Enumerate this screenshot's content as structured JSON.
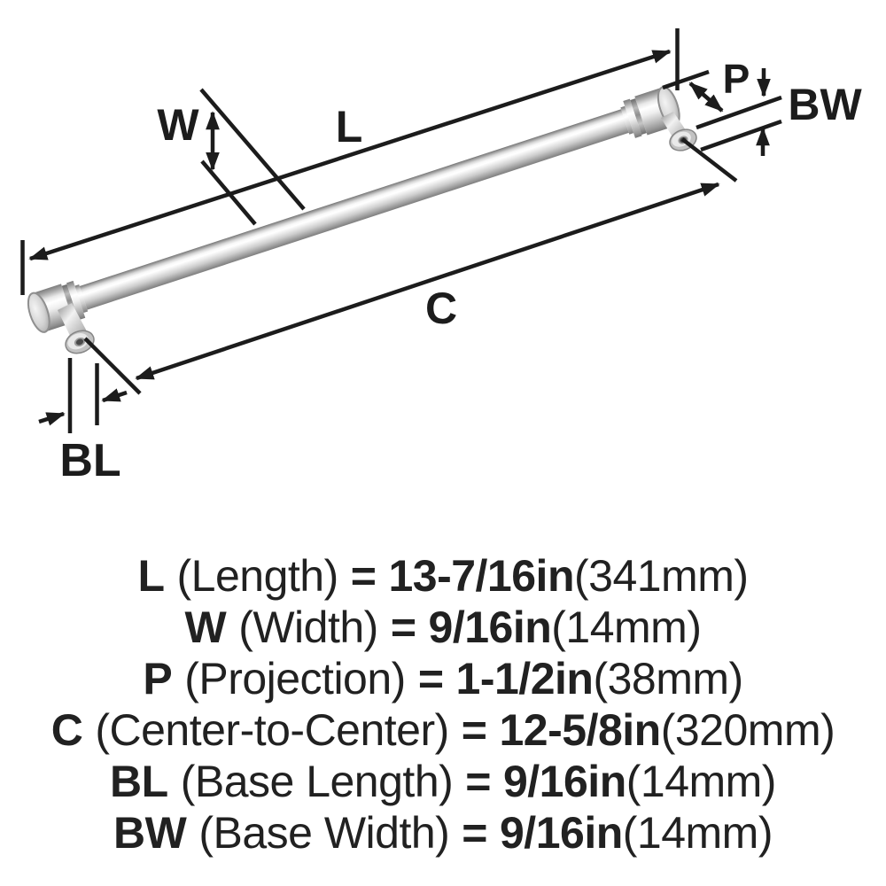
{
  "diagram": {
    "kind": "product-dimension-diagram",
    "product": "bar pull handle",
    "line_color": "#1c1c1c",
    "metal_light": "#fafafa",
    "metal_mid": "#c9c9c9",
    "metal_dark": "#7e7e7e",
    "labels": {
      "L": "L",
      "W": "W",
      "P": "P",
      "C": "C",
      "BL": "BL",
      "BW": "BW"
    }
  },
  "specs": [
    {
      "symbol": "L",
      "name": "(Length)",
      "equals": "=",
      "value_in": "13-7/16in",
      "value_mm": "(341mm)"
    },
    {
      "symbol": "W",
      "name": "(Width)",
      "equals": "=",
      "value_in": "9/16in",
      "value_mm": "(14mm)"
    },
    {
      "symbol": "P",
      "name": "(Projection)",
      "equals": "=",
      "value_in": "1-1/2in",
      "value_mm": "(38mm)"
    },
    {
      "symbol": "C",
      "name": "(Center-to-Center)",
      "equals": "=",
      "value_in": "12-5/8in",
      "value_mm": "(320mm)"
    },
    {
      "symbol": "BL",
      "name": "(Base Length)",
      "equals": "=",
      "value_in": "9/16in",
      "value_mm": "(14mm)"
    },
    {
      "symbol": "BW",
      "name": "(Base Width)",
      "equals": "=",
      "value_in": "9/16in",
      "value_mm": "(14mm)"
    }
  ]
}
